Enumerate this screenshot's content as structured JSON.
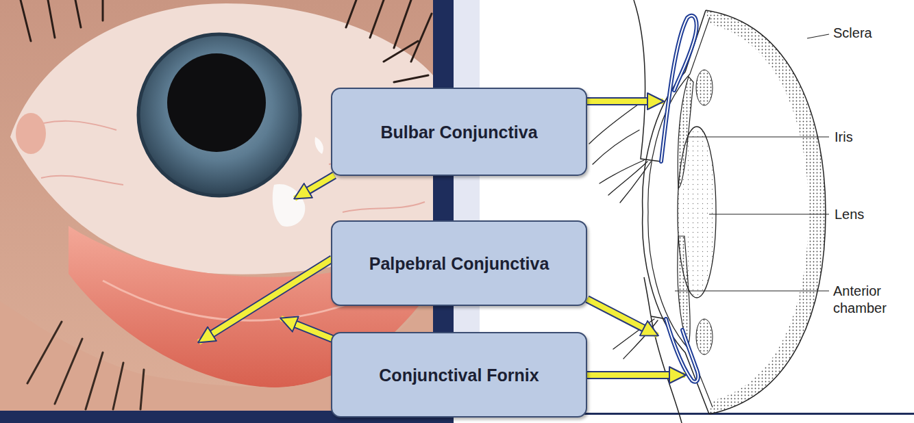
{
  "diagram": {
    "nodes": [
      {
        "text": [
          "Bulbar Conjunctiva"
        ]
      },
      {
        "text": [
          "Palpebral Conjunctiva"
        ]
      },
      {
        "text": [
          "Conjunctival Fornix"
        ]
      }
    ],
    "labels": [
      "Sclera",
      "Iris",
      "Lens",
      "Anterior chamber"
    ]
  }
}
